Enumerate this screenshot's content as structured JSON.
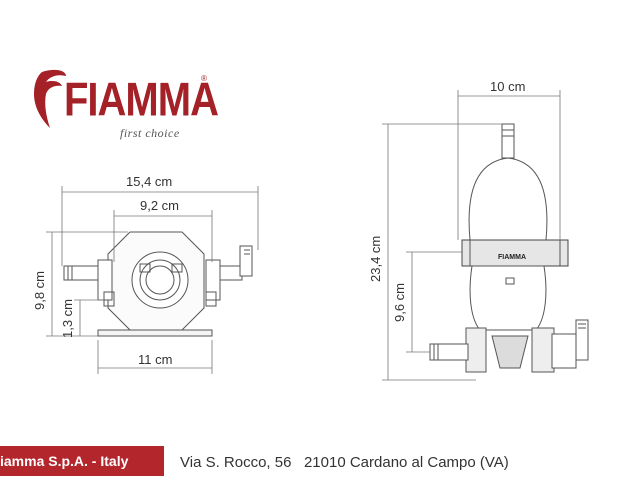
{
  "logo": {
    "brand": "FIAMMA",
    "registered": "®",
    "tagline": "first choice"
  },
  "pump_drawing": {
    "width": "15,4 cm",
    "inner_width": "9,2 cm",
    "height": "9,8 cm",
    "base_height": "1,3 cm",
    "base_width": "11 cm"
  },
  "tank_drawing": {
    "width": "10 cm",
    "height": "23,4 cm",
    "inlet_height": "9,6 cm",
    "label": "FIAMMA"
  },
  "footer": {
    "company": "iamma S.p.A. - Italy",
    "address": "Via S. Rocco, 56   21010 Cardano al Campo (VA)"
  },
  "colors": {
    "brand_red": "#a32127",
    "footer_red": "#b3262b",
    "line": "#555555"
  }
}
